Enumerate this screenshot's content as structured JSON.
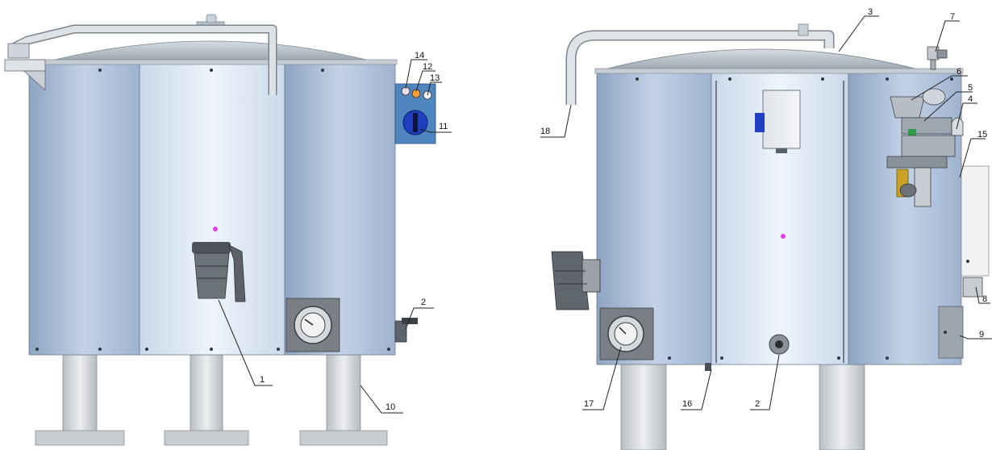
{
  "colors": {
    "side_panel": "#a9bcd6",
    "front_panel": "#dde8f4",
    "lid": "#b9c1c9",
    "pipe": "#c7cdd3",
    "leg": "#d6d9dc",
    "control_panel": "#4f86c0",
    "switch": "#1f3fbf",
    "indicator_dot": "#e040e0",
    "brass": "#c9a227"
  },
  "icons": {
    "left_tap": "tap-icon",
    "left_gauge": "pressure-gauge-icon",
    "right_gauge": "pressure-gauge-icon",
    "rotary_switch": "rotary-switch-icon",
    "valve": "valve-icon"
  },
  "callouts": {
    "left": [
      {
        "id": "c1",
        "text": "1"
      },
      {
        "id": "c2",
        "text": "2"
      },
      {
        "id": "c10",
        "text": "10"
      },
      {
        "id": "c11",
        "text": "11"
      },
      {
        "id": "c12",
        "text": "12"
      },
      {
        "id": "c13",
        "text": "13"
      },
      {
        "id": "c14",
        "text": "14"
      }
    ],
    "right": [
      {
        "id": "c2b",
        "text": "2"
      },
      {
        "id": "c3",
        "text": "3"
      },
      {
        "id": "c4",
        "text": "4"
      },
      {
        "id": "c5",
        "text": "5"
      },
      {
        "id": "c6",
        "text": "6"
      },
      {
        "id": "c7",
        "text": "7"
      },
      {
        "id": "c8",
        "text": "8"
      },
      {
        "id": "c9",
        "text": "9"
      },
      {
        "id": "c15",
        "text": "15"
      },
      {
        "id": "c16",
        "text": "16"
      },
      {
        "id": "c17",
        "text": "17"
      },
      {
        "id": "c18",
        "text": "18"
      }
    ]
  }
}
